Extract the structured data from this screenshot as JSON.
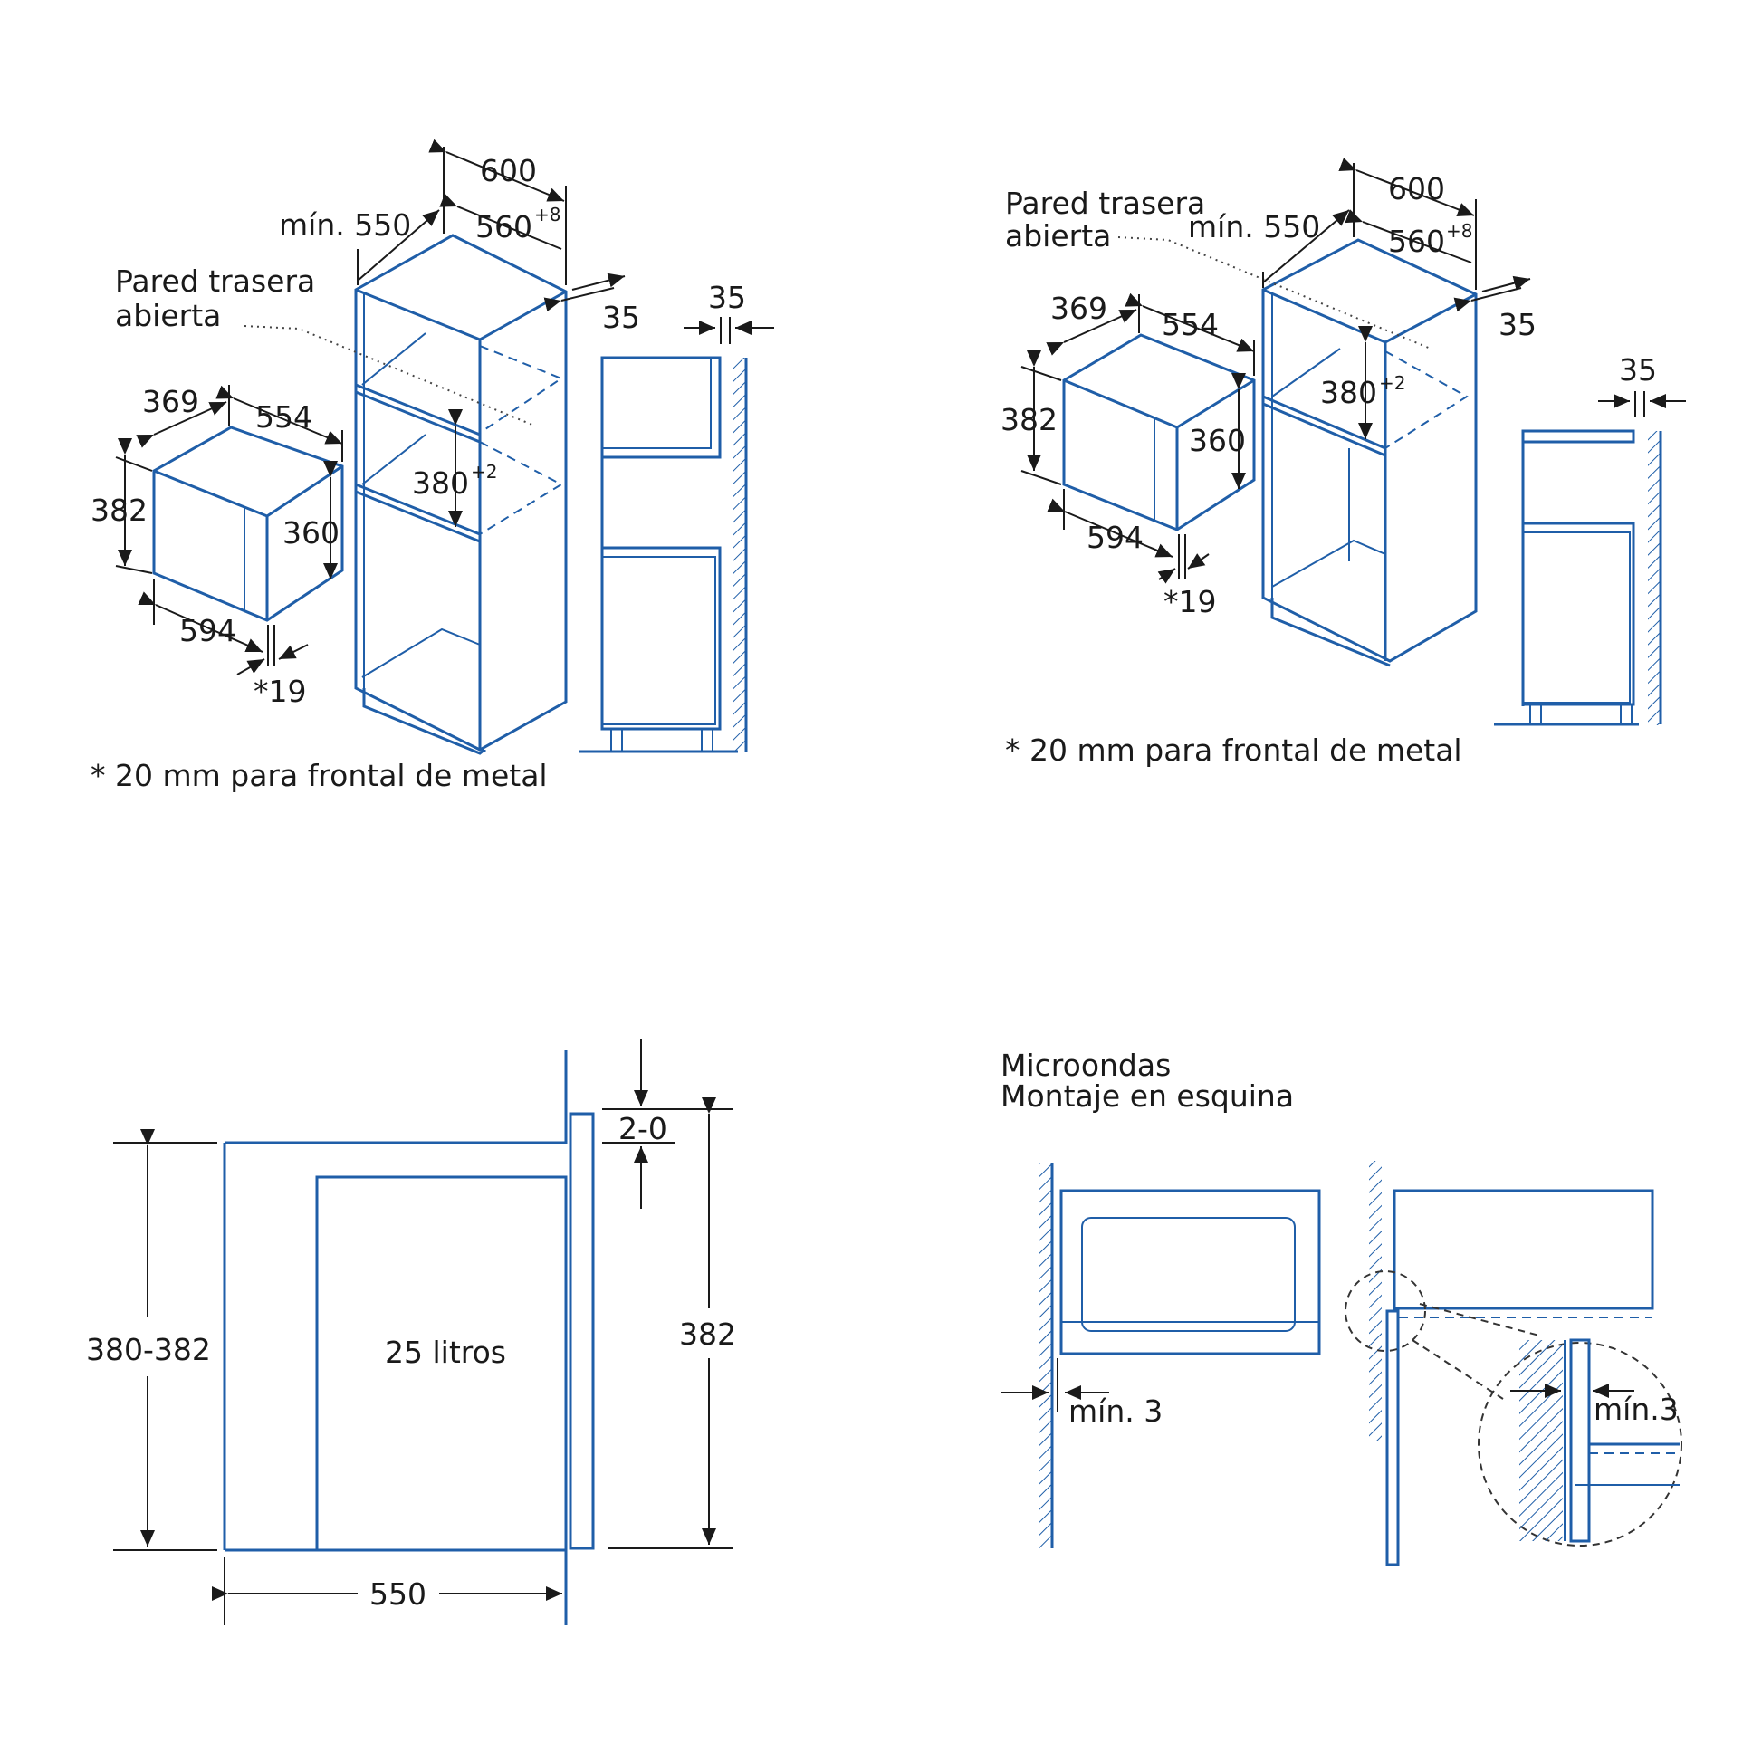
{
  "top_left": {
    "d600": "600",
    "min550": "mín. 550",
    "d560": "560",
    "d560_sup": "+8",
    "d35a": "35",
    "d35b": "35",
    "pared1": "Pared trasera",
    "pared2": "abierta",
    "d369": "369",
    "d554": "554",
    "d382": "382",
    "d360": "360",
    "d380": "380",
    "d380_sup": "+2",
    "d594": "594",
    "d19": "*19",
    "note": "* 20 mm para frontal de metal"
  },
  "top_right": {
    "d600": "600",
    "min550": "mín. 550",
    "d560": "560",
    "d560_sup": "+8",
    "d35a": "35",
    "d35b": "35",
    "pared1": "Pared trasera",
    "pared2": "abierta",
    "d369": "369",
    "d554": "554",
    "d382": "382",
    "d360": "360",
    "d380": "380",
    "d380_sup": "+2",
    "d594": "594",
    "d19": "*19",
    "note": "* 20 mm para frontal de metal"
  },
  "bottom_left": {
    "range": "380-382",
    "volume": "25 litros",
    "gap": "2-0",
    "height": "382",
    "depth": "550"
  },
  "bottom_right": {
    "title1": "Microondas",
    "title2": "Montaje en esquina",
    "min_a": "mín. 3",
    "min_b": "mín.3"
  },
  "colors": {
    "line_blue": "#1f5ea8",
    "ink": "#1a1a1a"
  }
}
